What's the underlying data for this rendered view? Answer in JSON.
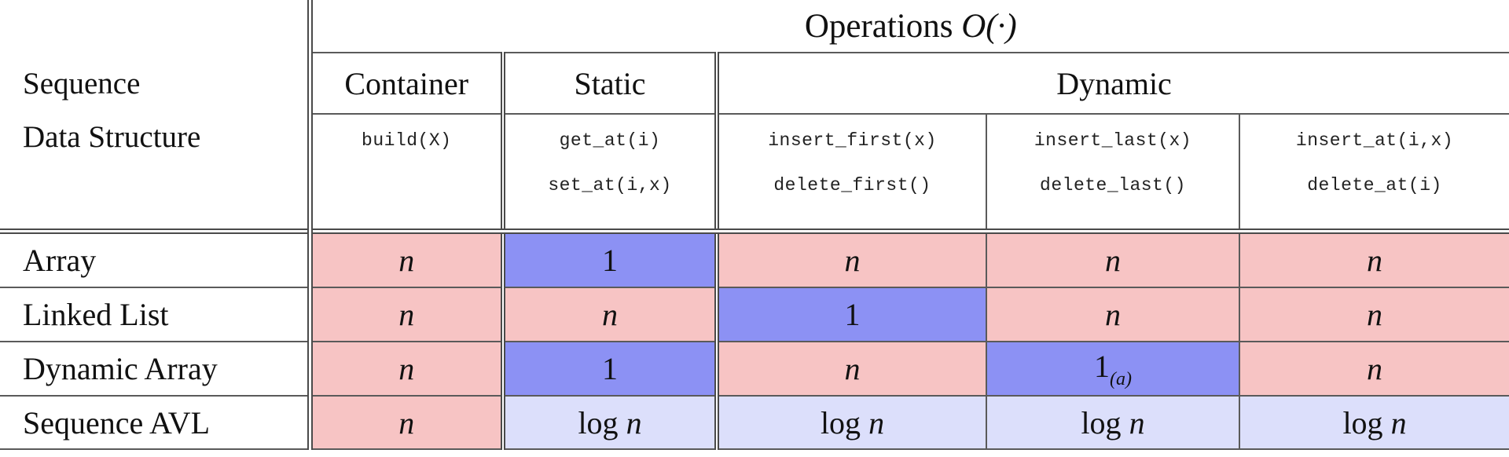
{
  "header": {
    "row_label_line1": "Sequence",
    "row_label_line2": "Data Structure",
    "operations_title": "Operations",
    "operations_notation": "O(·)",
    "groups": {
      "container": "Container",
      "static": "Static",
      "dynamic": "Dynamic"
    },
    "ops": {
      "build": "build(X)",
      "get_at": "get_at(i)",
      "set_at": "set_at(i,x)",
      "insert_first": "insert_first(x)",
      "delete_first": "delete_first()",
      "insert_last": "insert_last(x)",
      "delete_last": "delete_last()",
      "insert_at": "insert_at(i,x)",
      "delete_at": "delete_at(i)"
    }
  },
  "colors": {
    "linear": "#f7c4c4",
    "constant": "#8c91f4",
    "logarithmic": "#dcdffb"
  },
  "rows": [
    {
      "name": "Array",
      "cells": [
        {
          "text": "n",
          "cost": "linear"
        },
        {
          "text": "1",
          "cost": "constant"
        },
        {
          "text": "n",
          "cost": "linear"
        },
        {
          "text": "n",
          "cost": "linear"
        },
        {
          "text": "n",
          "cost": "linear"
        }
      ]
    },
    {
      "name": "Linked List",
      "cells": [
        {
          "text": "n",
          "cost": "linear"
        },
        {
          "text": "n",
          "cost": "linear"
        },
        {
          "text": "1",
          "cost": "constant"
        },
        {
          "text": "n",
          "cost": "linear"
        },
        {
          "text": "n",
          "cost": "linear"
        }
      ]
    },
    {
      "name": "Dynamic Array",
      "cells": [
        {
          "text": "n",
          "cost": "linear"
        },
        {
          "text": "1",
          "cost": "constant"
        },
        {
          "text": "n",
          "cost": "linear"
        },
        {
          "text": "1",
          "sub": "(a)",
          "cost": "constant"
        },
        {
          "text": "n",
          "cost": "linear"
        }
      ]
    },
    {
      "name": "Sequence AVL",
      "cells": [
        {
          "text": "n",
          "cost": "linear"
        },
        {
          "log": "log",
          "text": "n",
          "cost": "logarithmic"
        },
        {
          "log": "log",
          "text": "n",
          "cost": "logarithmic"
        },
        {
          "log": "log",
          "text": "n",
          "cost": "logarithmic"
        },
        {
          "log": "log",
          "text": "n",
          "cost": "logarithmic"
        }
      ]
    }
  ]
}
